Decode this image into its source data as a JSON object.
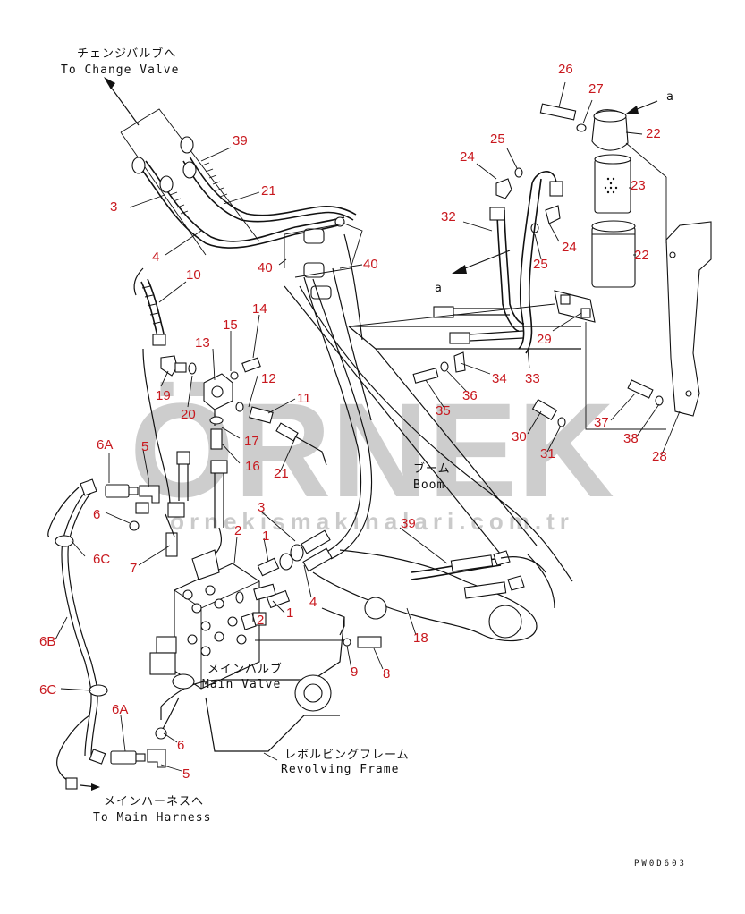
{
  "annotations": {
    "change_valve_jp": "チェンジバルブへ",
    "change_valve_en": "To Change Valve",
    "boom_jp": "ブーム",
    "boom_en": "Boom",
    "main_valve_jp": "メインバルブ",
    "main_valve_en": "Main Valve",
    "revolving_frame_jp": "レボルビングフレーム",
    "revolving_frame_en": "Revolving Frame",
    "main_harness_jp": "メインハーネスへ",
    "main_harness_en": "To Main Harness",
    "ref_a_top": "a",
    "ref_a_left": "a",
    "drawing_code": "PW0D603"
  },
  "watermark": {
    "brand": "ÖRNEK",
    "url": "ornekismakinalari.com.tr"
  },
  "callouts": [
    "26",
    "27",
    "22",
    "24",
    "25",
    "23",
    "32",
    "24",
    "25",
    "22",
    "39",
    "21",
    "3",
    "4",
    "40",
    "40",
    "10",
    "29",
    "14",
    "15",
    "13",
    "12",
    "34",
    "33",
    "19",
    "20",
    "11",
    "36",
    "35",
    "37",
    "38",
    "17",
    "30",
    "31",
    "28",
    "6A",
    "5",
    "16",
    "21",
    "6",
    "3",
    "39",
    "2",
    "1",
    "6C",
    "7",
    "4",
    "2",
    "1",
    "6B",
    "18",
    "8",
    "9",
    "6C",
    "6A",
    "6",
    "5"
  ]
}
